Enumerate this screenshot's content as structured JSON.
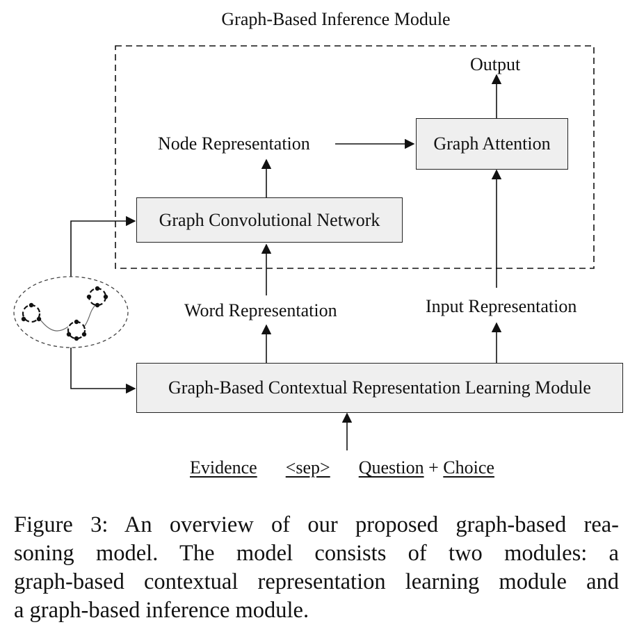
{
  "diagram": {
    "module_title": "Graph-Based Inference Module",
    "output_label": "Output",
    "node_representation_label": "Node Representation",
    "graph_attention_label": "Graph Attention",
    "gcn_label": "Graph Convolutional Network",
    "word_representation_label": "Word Representation",
    "input_representation_label": "Input Representation",
    "contextual_module_label": "Graph-Based Contextual Representation Learning Module",
    "input_sequence": {
      "evidence": "Evidence",
      "sep": "<sep>",
      "question": "Question",
      "plus": "+",
      "choice": "Choice"
    }
  },
  "caption": {
    "lines": [
      "Figure 3: An overview of our proposed graph-based rea-",
      "soning model. The model consists of two modules: a",
      "graph-based contextual representation learning module and",
      "a graph-based inference module."
    ]
  }
}
